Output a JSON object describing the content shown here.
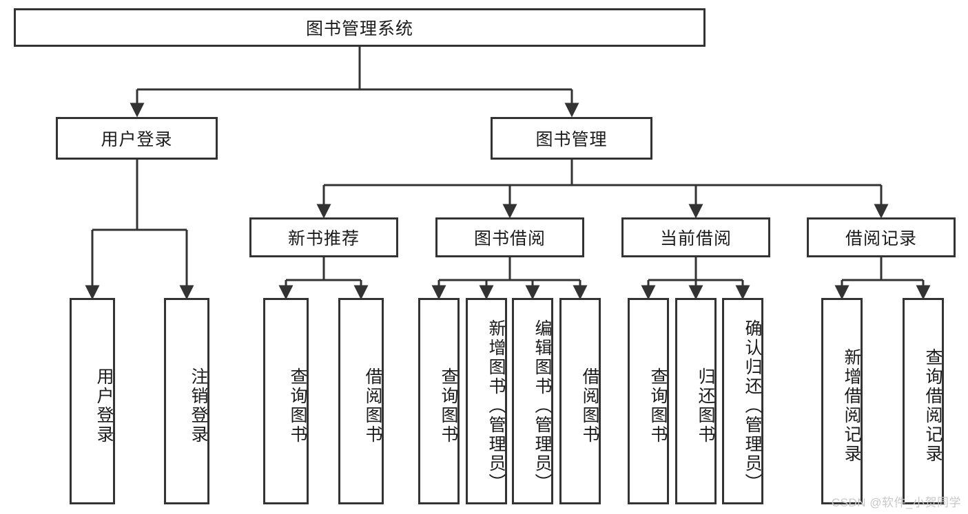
{
  "diagram": {
    "title": "图书管理系统",
    "type": "hierarchy-tree",
    "levels": 4,
    "root": {
      "id": "root",
      "label": "图书管理系统"
    },
    "level2": [
      {
        "id": "user-login",
        "label": "用户登录"
      },
      {
        "id": "book-manage",
        "label": "图书管理"
      }
    ],
    "level3": [
      {
        "id": "new-book-recommend",
        "label": "新书推荐",
        "parent": "book-manage"
      },
      {
        "id": "book-borrow",
        "label": "图书借阅",
        "parent": "book-manage"
      },
      {
        "id": "current-borrow",
        "label": "当前借阅",
        "parent": "book-manage"
      },
      {
        "id": "borrow-record",
        "label": "借阅记录",
        "parent": "book-manage"
      }
    ],
    "leaves": [
      {
        "id": "leaf-user-login",
        "label": "用户登录",
        "parent": "user-login"
      },
      {
        "id": "leaf-user-logout",
        "label": "注销登录",
        "parent": "user-login"
      },
      {
        "id": "leaf-query-book-1",
        "label": "查询图书",
        "parent": "new-book-recommend"
      },
      {
        "id": "leaf-borrow-book-1",
        "label": "借阅图书",
        "parent": "new-book-recommend"
      },
      {
        "id": "leaf-query-book-2",
        "label": "查询图书",
        "parent": "book-borrow"
      },
      {
        "id": "leaf-add-book",
        "label": "新增图书（管理员）",
        "parent": "book-borrow"
      },
      {
        "id": "leaf-edit-book",
        "label": "编辑图书（管理员）",
        "parent": "book-borrow"
      },
      {
        "id": "leaf-borrow-book-2",
        "label": "借阅图书",
        "parent": "book-borrow"
      },
      {
        "id": "leaf-query-book-3",
        "label": "查询图书",
        "parent": "current-borrow"
      },
      {
        "id": "leaf-return-book",
        "label": "归还图书",
        "parent": "current-borrow"
      },
      {
        "id": "leaf-confirm-return",
        "label": "确认归还（管理员）",
        "parent": "current-borrow"
      },
      {
        "id": "leaf-add-record",
        "label": "新增借阅记录",
        "parent": "borrow-record"
      },
      {
        "id": "leaf-query-record",
        "label": "查询借阅记录",
        "parent": "borrow-record"
      }
    ],
    "watermark": "CSDN @软件_小贺同学",
    "colors": {
      "border": "#333333",
      "background": "#ffffff",
      "text": "#1b1b1b",
      "watermark": "#c8c8c8"
    }
  }
}
